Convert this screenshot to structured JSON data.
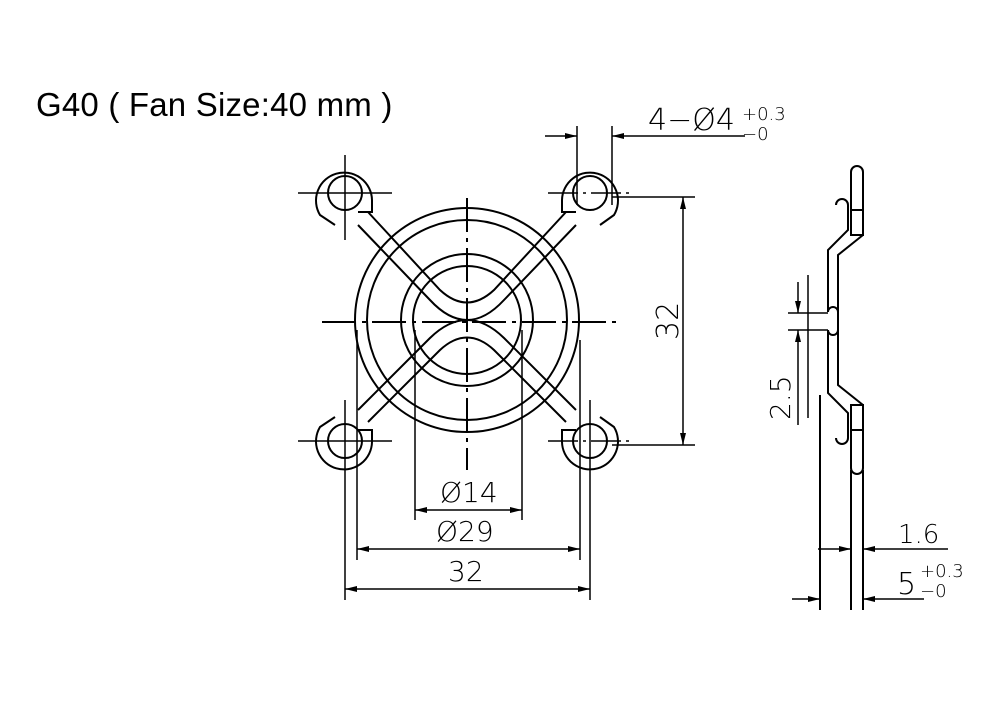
{
  "title": "G40 ( Fan Size:40 mm )",
  "front_view": {
    "hole_callout": {
      "main": "4−Ø4",
      "tol_upper": "+0.3",
      "tol_lower": "−0"
    },
    "dimensions": {
      "inner_ring_dia": "Ø14",
      "outer_ring_dia": "Ø29",
      "hole_spacing_horizontal": "32",
      "hole_spacing_vertical": "32"
    }
  },
  "side_view": {
    "dimensions": {
      "center_gap": "2.5",
      "wire_thickness": "1.6",
      "total_thickness": {
        "main": "5",
        "tol_upper": "+0.3",
        "tol_lower": "−0"
      }
    }
  },
  "colors": {
    "line": "#000000",
    "background": "#ffffff"
  }
}
